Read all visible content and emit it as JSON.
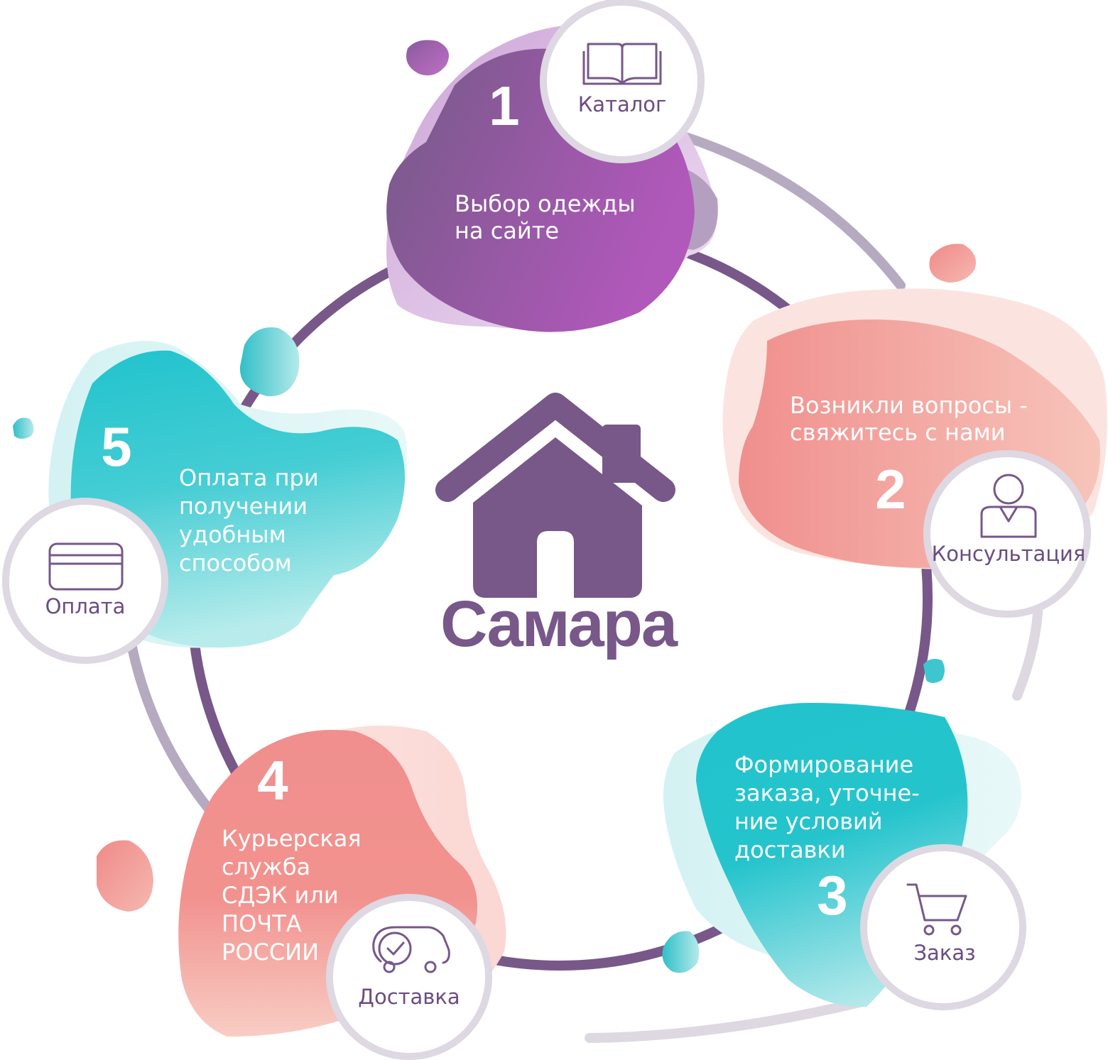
{
  "center": {
    "city": "Самара"
  },
  "steps": [
    {
      "number": "1",
      "lines": [
        "Выбор одежды",
        "на сайте"
      ],
      "label": "Каталог",
      "icon": "book-icon"
    },
    {
      "number": "2",
      "lines": [
        "Возникли вопросы -",
        "свяжитесь с нами"
      ],
      "label": "Консультация",
      "icon": "person-icon"
    },
    {
      "number": "3",
      "lines": [
        "Формирование",
        "заказа, уточне-",
        "ние условий",
        "доставки"
      ],
      "label": "Заказ",
      "icon": "cart-icon"
    },
    {
      "number": "4",
      "lines": [
        "Курьерская",
        "служба",
        "СДЭК или",
        "ПОЧТА",
        "РОССИИ"
      ],
      "label": "Доставка",
      "icon": "truck-icon"
    },
    {
      "number": "5",
      "lines": [
        "Оплата при",
        "получении",
        "удобным",
        "способом"
      ],
      "label": "Оплата",
      "icon": "card-icon"
    }
  ],
  "colors": {
    "purple": "#8b5a9e",
    "pink": "#f08f8c",
    "teal": "#22c3cc",
    "ring": "#775889",
    "circle_stroke": "#ddd8e2"
  }
}
